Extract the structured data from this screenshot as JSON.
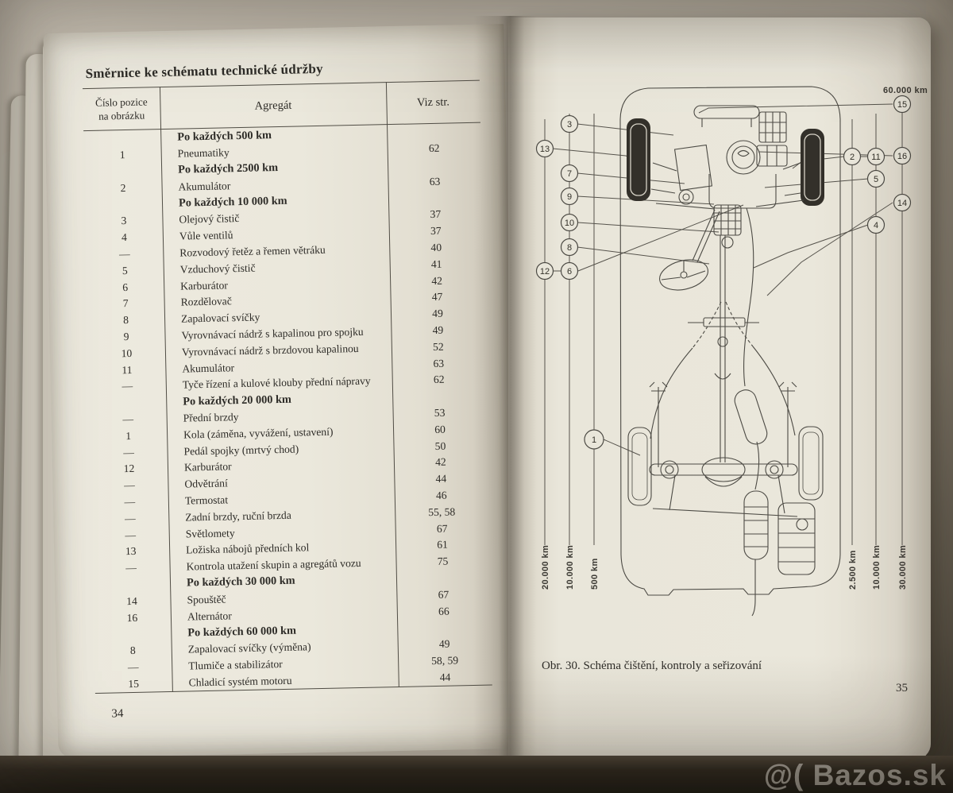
{
  "watermark": "@( Bazos.sk",
  "left_page": {
    "title": "Směrnice ke schématu technické údržby",
    "page_number": "34",
    "table": {
      "headers": {
        "col1_line1": "Číslo pozice",
        "col1_line2": "na obrázku",
        "col2": "Agregát",
        "col3": "Viz str."
      },
      "rows": [
        {
          "pos": "",
          "label": "Po každých 500 km",
          "page": "",
          "bold": true
        },
        {
          "pos": "1",
          "label": "Pneumatiky",
          "page": "62",
          "bold": false
        },
        {
          "pos": "",
          "label": "Po každých 2500 km",
          "page": "",
          "bold": true
        },
        {
          "pos": "2",
          "label": "Akumulátor",
          "page": "63",
          "bold": false
        },
        {
          "pos": "",
          "label": "Po každých 10 000 km",
          "page": "",
          "bold": true
        },
        {
          "pos": "3",
          "label": "Olejový čistič",
          "page": "37",
          "bold": false
        },
        {
          "pos": "4",
          "label": "Vůle ventilů",
          "page": "37",
          "bold": false
        },
        {
          "pos": "—",
          "label": "Rozvodový řetěz a řemen větráku",
          "page": "40",
          "bold": false
        },
        {
          "pos": "5",
          "label": "Vzduchový čistič",
          "page": "41",
          "bold": false
        },
        {
          "pos": "6",
          "label": "Karburátor",
          "page": "42",
          "bold": false
        },
        {
          "pos": "7",
          "label": "Rozdělovač",
          "page": "47",
          "bold": false
        },
        {
          "pos": "8",
          "label": "Zapalovací svíčky",
          "page": "49",
          "bold": false
        },
        {
          "pos": "9",
          "label": "Vyrovnávací nádrž s kapalinou pro spojku",
          "page": "49",
          "bold": false
        },
        {
          "pos": "10",
          "label": "Vyrovnávací nádrž s brzdovou kapalinou",
          "page": "52",
          "bold": false
        },
        {
          "pos": "11",
          "label": "Akumulátor",
          "page": "63",
          "bold": false
        },
        {
          "pos": "—",
          "label": "Tyče řízení a kulové klouby přední nápravy",
          "page": "62",
          "bold": false
        },
        {
          "pos": "",
          "label": "Po každých 20 000 km",
          "page": "",
          "bold": true
        },
        {
          "pos": "—",
          "label": "Přední brzdy",
          "page": "53",
          "bold": false
        },
        {
          "pos": "1",
          "label": "Kola (záměna, vyvážení, ustavení)",
          "page": "60",
          "bold": false
        },
        {
          "pos": "—",
          "label": "Pedál spojky (mrtvý chod)",
          "page": "50",
          "bold": false
        },
        {
          "pos": "12",
          "label": "Karburátor",
          "page": "42",
          "bold": false
        },
        {
          "pos": "—",
          "label": "Odvětrání",
          "page": "44",
          "bold": false
        },
        {
          "pos": "—",
          "label": "Termostat",
          "page": "46",
          "bold": false
        },
        {
          "pos": "—",
          "label": "Zadní brzdy, ruční brzda",
          "page": "55, 58",
          "bold": false
        },
        {
          "pos": "—",
          "label": "Světlomety",
          "page": "67",
          "bold": false
        },
        {
          "pos": "13",
          "label": "Ložiska nábojů předních kol",
          "page": "61",
          "bold": false
        },
        {
          "pos": "—",
          "label": "Kontrola utažení skupin a agregátů vozu",
          "page": "75",
          "bold": false
        },
        {
          "pos": "",
          "label": "Po každých 30 000 km",
          "page": "",
          "bold": true
        },
        {
          "pos": "14",
          "label": "Spouštěč",
          "page": "67",
          "bold": false
        },
        {
          "pos": "16",
          "label": "Alternátor",
          "page": "66",
          "bold": false
        },
        {
          "pos": "",
          "label": "Po každých 60 000 km",
          "page": "",
          "bold": true
        },
        {
          "pos": "8",
          "label": "Zapalovací svíčky (výměna)",
          "page": "49",
          "bold": false
        },
        {
          "pos": "—",
          "label": "Tlumiče a stabilizátor",
          "page": "58, 59",
          "bold": false
        },
        {
          "pos": "15",
          "label": "Chladicí systém motoru",
          "page": "44",
          "bold": false
        }
      ]
    }
  },
  "right_page": {
    "figure_caption": "Obr. 30. Schéma čištění, kontroly a seřizování",
    "page_number": "35",
    "top_interval_label": "60.000 km",
    "bottom_left_interval_labels": [
      "20.000 km",
      "10.000 km",
      "500 km"
    ],
    "bottom_right_interval_labels": [
      "2.500 km",
      "10.000 km",
      "30.000 km"
    ],
    "callouts_left_column": [
      "3",
      "13",
      "7",
      "9",
      "10",
      "8",
      "12",
      "6",
      "1"
    ],
    "callouts_right_column": [
      "15",
      "16",
      "2",
      "11",
      "5",
      "14",
      "4"
    ]
  }
}
